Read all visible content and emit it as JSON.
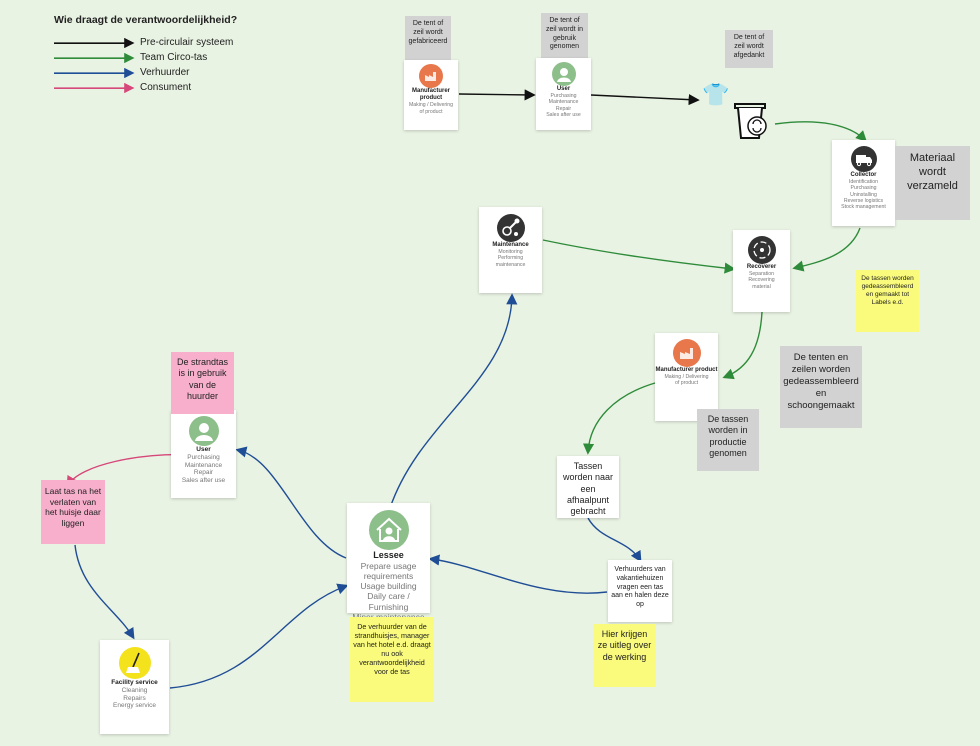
{
  "title": "Wie draagt de verantwoordelijkheid?",
  "legend": [
    {
      "label": "Pre-circulair systeem",
      "color": "#111111"
    },
    {
      "label": "Team Circo-tas",
      "color": "#2e8b3a"
    },
    {
      "label": "Verhuurder",
      "color": "#1f4e96"
    },
    {
      "label": "Consument",
      "color": "#d6477a"
    }
  ],
  "colors": {
    "background": "#e9f3e3",
    "grey_note": "#d2d2d2",
    "pink_note": "#f7afcb",
    "yellow_note": "#fafb7c"
  },
  "notes": {
    "gefabriceerd": "De tent of zeil wordt gefabriceerd",
    "in_gebruik": "De tent of zeil wordt in gebruik genomen",
    "afgedankt": "De tent of zeil wordt afgedankt",
    "verzameld": "Materiaal wordt verzameld",
    "gedeassembleerd_labels": "De tassen worden gedeassembleerd en gemaakt tot Labels e.d.",
    "schoongemaakt": "De tenten en zeilen worden gedeassembleerd en schoongemaakt",
    "productie": "De tassen worden in productie genomen",
    "afhaalpunt": "Tassen worden naar een afhaalpunt gebracht",
    "verhuurders": "Verhuurders van vakantiehuizen vragen een tas aan en halen deze op",
    "uitleg": "Hier krijgen ze uitleg over de werking",
    "strandtas": "De strandtas is in gebruik van de huurder",
    "laat_tas": "Laat tas na het verlaten van het huisje daar liggen",
    "verhuurder": "De verhuurder van de strandhuisjes, manager van het hotel e.d. draagt nu ook verantwoordelijkheid voor de tas"
  },
  "cards": {
    "manufacturer_top": {
      "name": "Manufacturer product",
      "sub": [
        "Making / Delivering",
        "of product"
      ],
      "icon": "factory-icon"
    },
    "user_top": {
      "name": "User",
      "sub": [
        "Purchasing",
        "Maintenance",
        "Repair",
        "Sales after use"
      ],
      "icon": "user-icon"
    },
    "collector": {
      "name": "Collector",
      "sub": [
        "Identification",
        "Purchasing",
        "Uninstalling",
        "Reverse logistics",
        "Stock management"
      ],
      "icon": "truck-icon"
    },
    "maintenance": {
      "name": "Maintenance",
      "sub": [
        "Monitoring",
        "Performing",
        "maintenance"
      ],
      "icon": "tools-icon"
    },
    "recoverer": {
      "name": "Recoverer",
      "sub": [
        "Separation",
        "Recovering",
        "material"
      ],
      "icon": "recycle-icon"
    },
    "manufacturer_mid": {
      "name": "Manufacturer product",
      "sub": [
        "Making / Delivering",
        "of product"
      ],
      "icon": "factory-icon"
    },
    "user_left": {
      "name": "User",
      "sub": [
        "Purchasing",
        "Maintenance",
        "Repair",
        "Sales after use"
      ],
      "icon": "user-icon"
    },
    "lessee": {
      "name": "Lessee",
      "sub": [
        "Prepare usage",
        "requirements",
        "Usage building",
        "Daily care / Furnishing",
        "Minor maintenance"
      ],
      "icon": "house-user-icon"
    },
    "facility": {
      "name": "Facility service",
      "sub": [
        "Cleaning",
        "Repairs",
        "Energy service"
      ],
      "icon": "broom-icon"
    }
  }
}
